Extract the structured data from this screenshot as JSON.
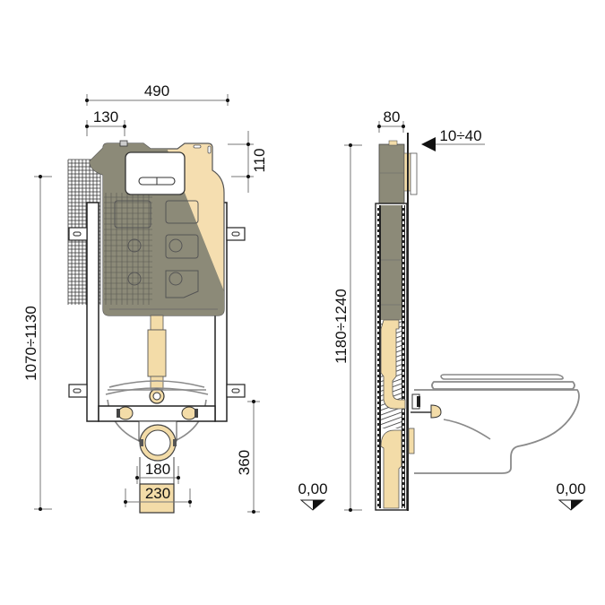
{
  "colors": {
    "tank_grey": "#8c8a78",
    "tank_beige": "#f5deb0",
    "pipe_beige": "#f3dca8",
    "frame_outline": "#222222",
    "dim_line": "#777777",
    "toilet_outline": "#8a8a8a"
  },
  "front_view": {
    "dim_width_total": "490",
    "dim_offset_left": "130",
    "dim_top_height": "110",
    "dim_total_height": "1070÷1130",
    "dim_drain_height": "360",
    "dim_inner_width": "180",
    "dim_outer_width": "230",
    "level_mark": "0,00"
  },
  "side_view": {
    "dim_depth": "80",
    "dim_wall_adjust": "10÷40",
    "dim_total_height": "1180÷1240",
    "level_mark": "0,00"
  }
}
